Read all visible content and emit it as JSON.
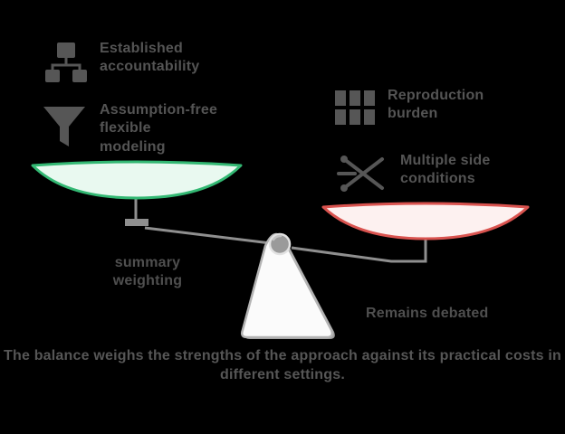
{
  "diagram": {
    "type": "balance-scale-tradeoff",
    "tilt": "left-pan-lower"
  },
  "colors": {
    "background": "#000000",
    "text": "#545454",
    "caption_text": "#565656",
    "line": "#8f8f8f",
    "left_pan_stroke": "#33b873",
    "left_pan_fill": "#e9f9f0",
    "right_pan_stroke": "#d9534f",
    "right_pan_fill": "#fdf1f0",
    "fulcrum_fill": "#fbfbfb",
    "fulcrum_stroke": "#b3b3b3",
    "pivot_fill": "#9a9a9a"
  },
  "left_side": {
    "items": [
      {
        "icon": "hierarchy-icon",
        "line1": "Established",
        "line2": "accountability",
        "line3": ""
      },
      {
        "icon": "funnel-icon",
        "line1": "Assumption-free",
        "line2": "flexible",
        "line3": "modeling"
      }
    ]
  },
  "right_side": {
    "items": [
      {
        "icon": "grid-icon",
        "line1": "Reproduction",
        "line2": "burden"
      },
      {
        "icon": "scissors-icon",
        "line1": "Multiple side",
        "line2": "conditions"
      }
    ]
  },
  "beam_label": {
    "line1": "summary",
    "line2": "weighting"
  },
  "right_label": "Remains debated",
  "caption": {
    "line1": "The balance weighs the strengths of the approach against its practical costs in",
    "line2": "different settings."
  }
}
